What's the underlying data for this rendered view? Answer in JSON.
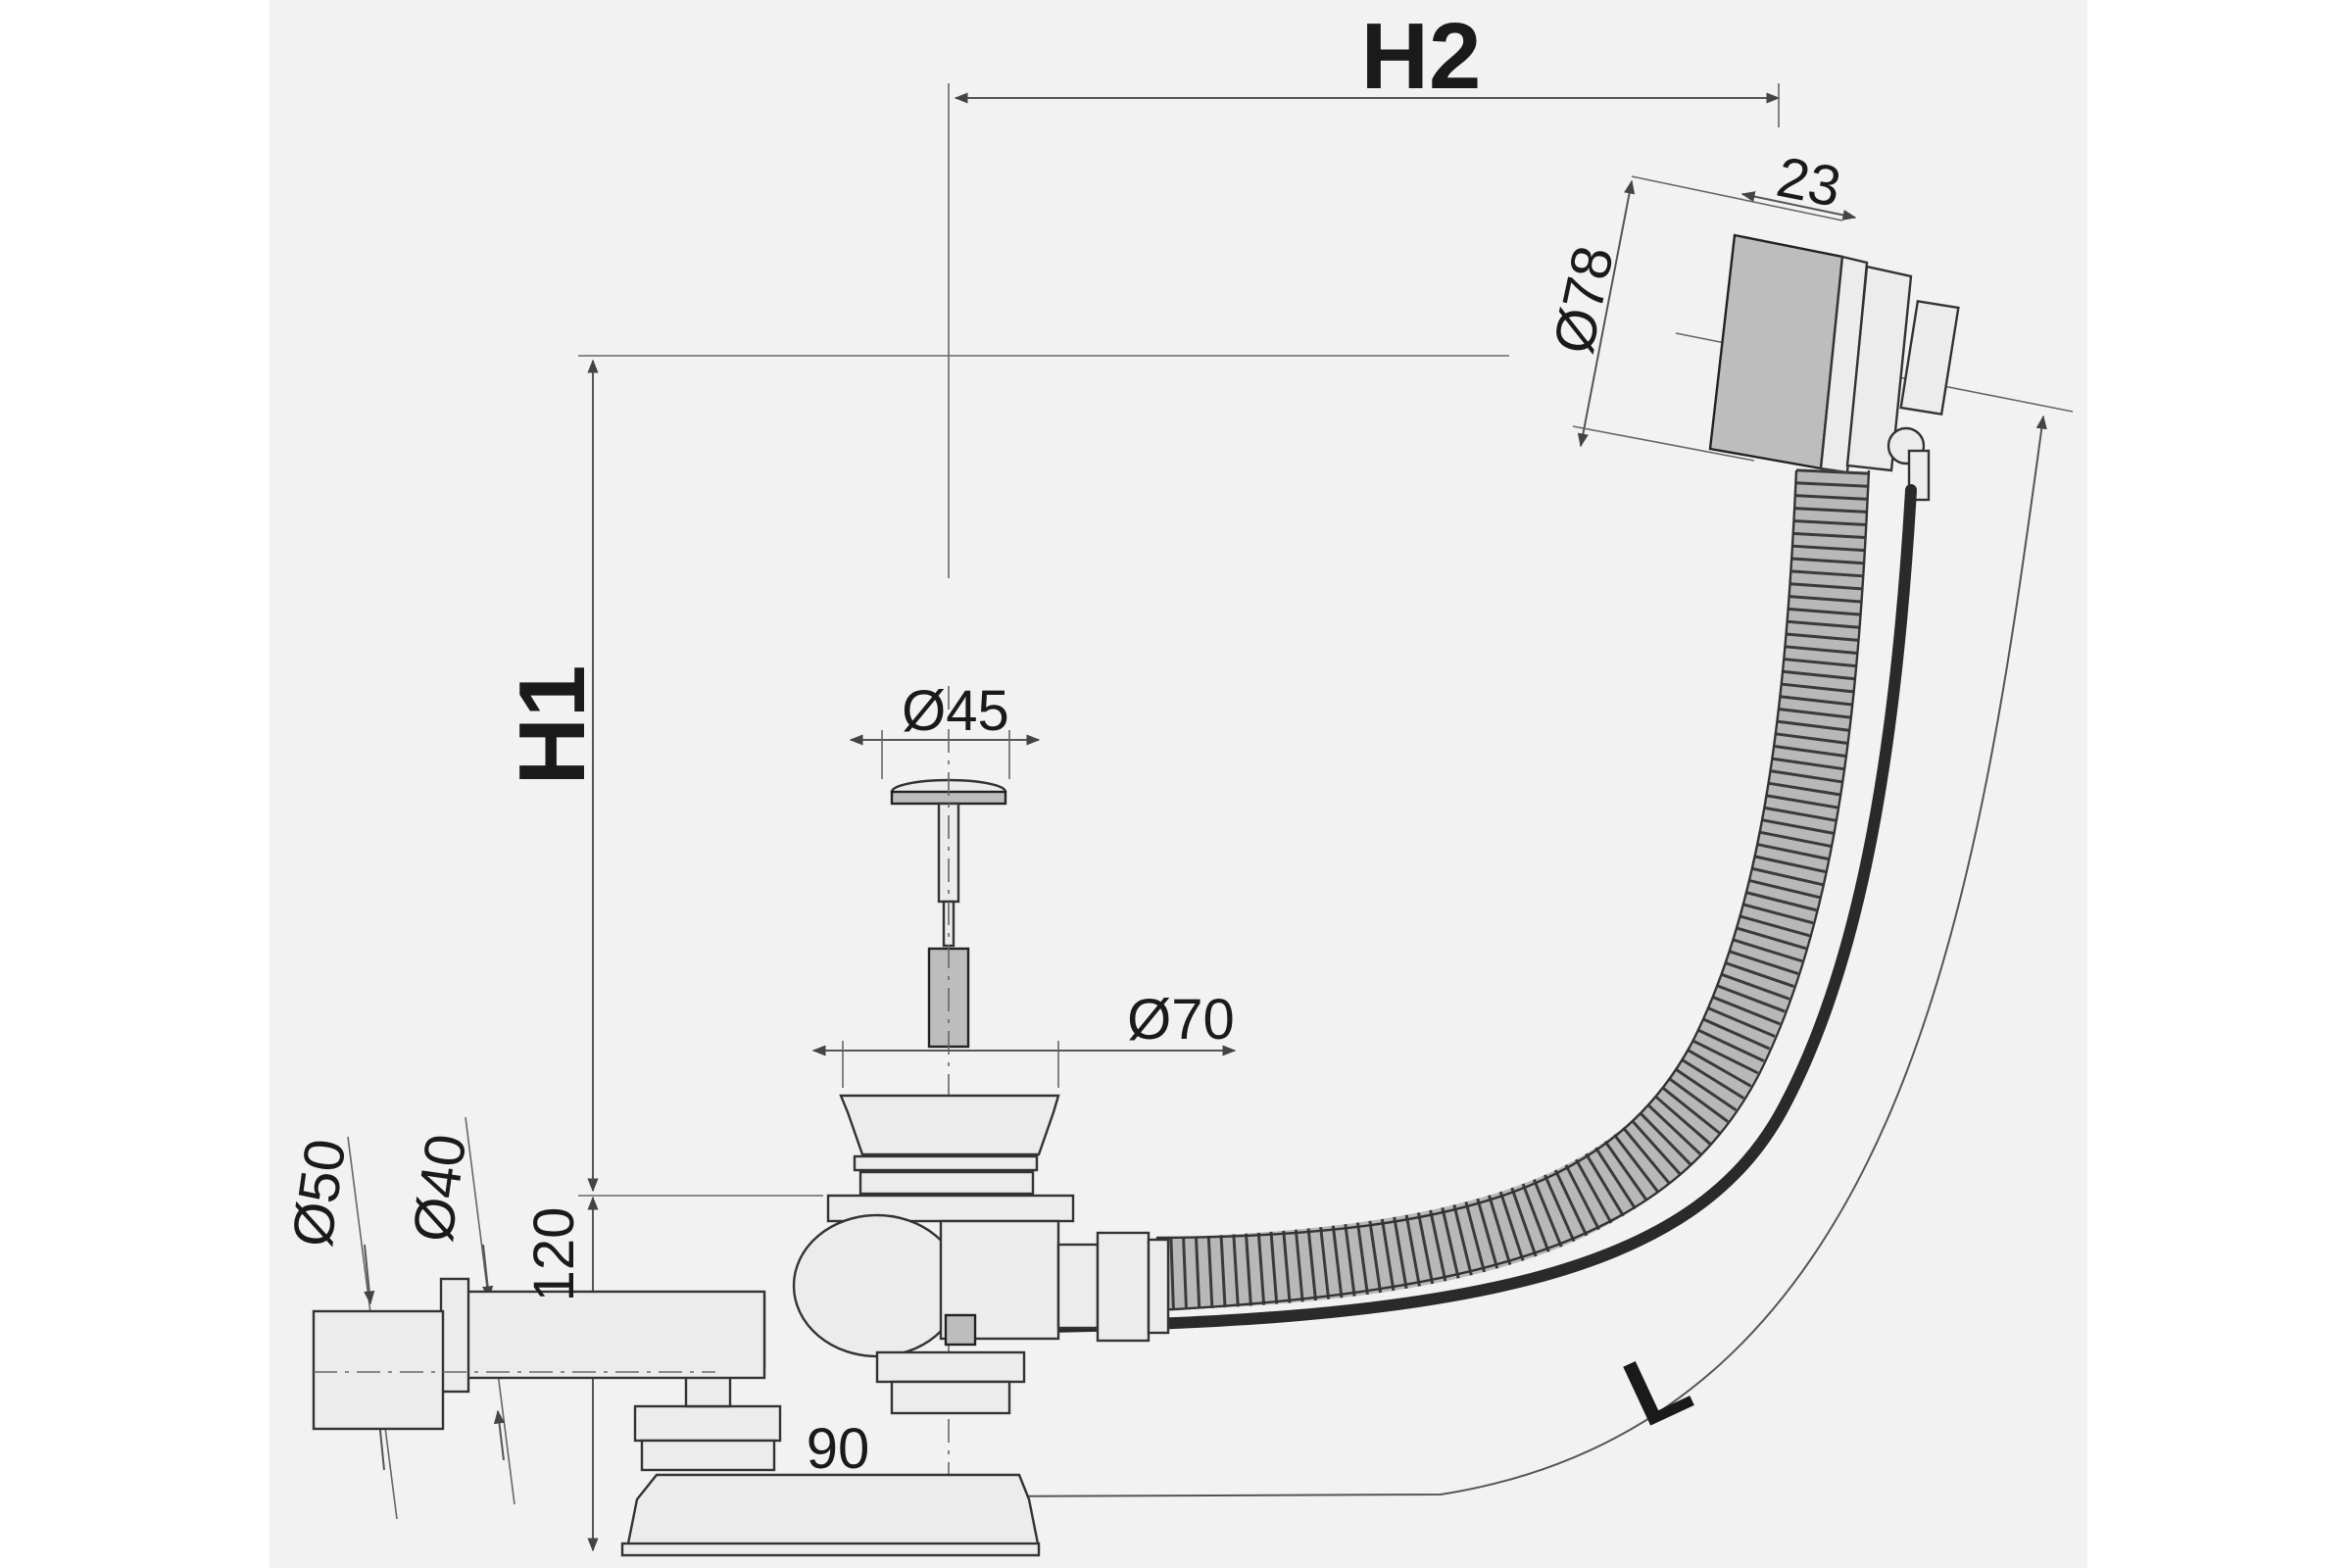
{
  "labels": {
    "h1": "H1",
    "h2": "H2",
    "l": "L",
    "d78": "Ø78",
    "d23": "23",
    "d45": "Ø45",
    "d70": "Ø70",
    "d50": "Ø50",
    "d40": "Ø40",
    "d120": "120",
    "d90": "90"
  },
  "colors": {
    "background": "#ffffff",
    "panel": "#f2f2f2",
    "line": "#333333"
  }
}
